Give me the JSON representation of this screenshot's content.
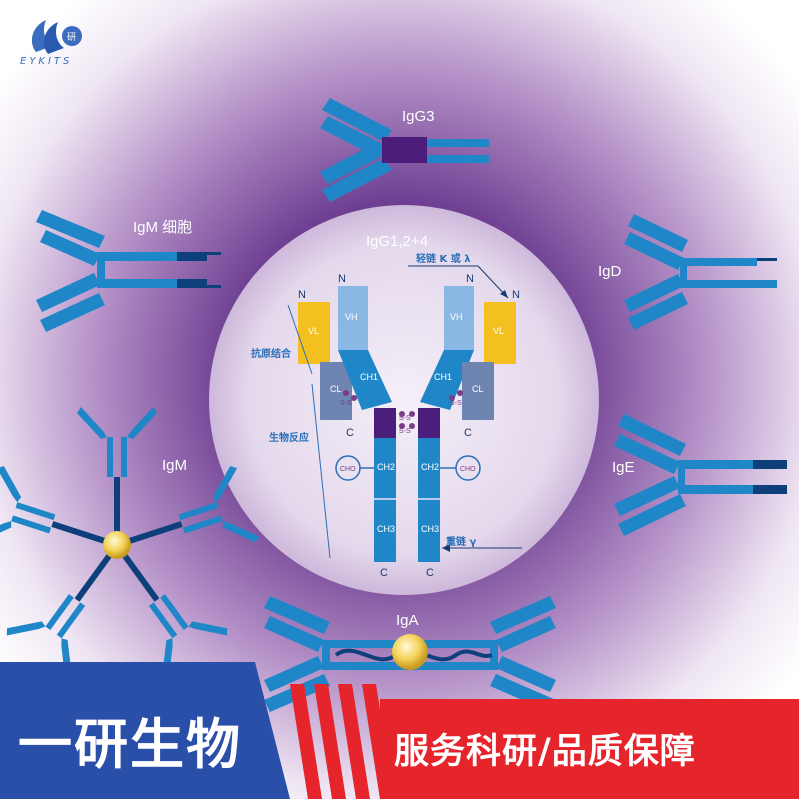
{
  "brand": {
    "logo_text": "EYKITS",
    "name": "一研生物",
    "slogan": "服务科研/品质保障"
  },
  "colors": {
    "chain_blue": "#1f86c8",
    "chain_dark": "#0d3f7a",
    "hinge_purple": "#4a1e7a",
    "light_chain_yellow": "#f4c020",
    "banner_blue": "#2a4fa8",
    "banner_red": "#e5242c",
    "background_purple": "#7b4a9a"
  },
  "labels": {
    "igg3": "IgG3",
    "igm_cell": "IgM 细胞",
    "igg124": "IgG1,2+4",
    "igd": "IgD",
    "igm": "IgM",
    "ige": "IgE",
    "iga": "IgA"
  },
  "igg_detail": {
    "light_chain": "轻链 K 或 λ",
    "heavy_chain": "重链 γ",
    "antigen_binding": "抗原结合",
    "bio_reaction": "生物反应",
    "n_left": "N",
    "n_left2": "N",
    "n_right": "N",
    "n_right2": "N",
    "c_left": "C",
    "c_right": "C",
    "c_bottom_left": "C",
    "c_bottom_right": "C",
    "vl_left": "VL",
    "vh_left": "VH",
    "vh_right": "VH",
    "vl_right": "VL",
    "cl_left": "CL",
    "ch1_left": "CH1",
    "ch1_right": "CH1",
    "cl_right": "CL",
    "ch2_left": "CH2",
    "ch2_right": "CH2",
    "ch3_left": "CH3",
    "ch3_right": "CH3",
    "cho_left": "CHO",
    "cho_right": "CHO",
    "ss_left": "S-S",
    "ss_right": "S-S",
    "ss_hinge1": "S-S",
    "ss_hinge2": "S-S"
  }
}
